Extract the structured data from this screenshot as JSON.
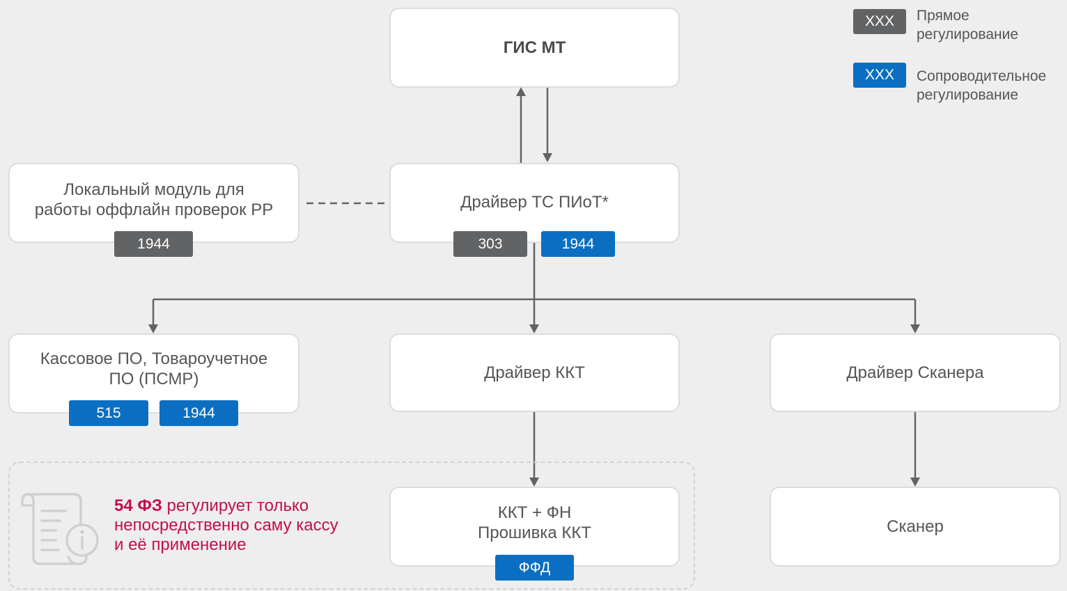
{
  "legend": {
    "direct": {
      "tag": "XXX",
      "text": "Прямое\nрегулирование"
    },
    "accompanying": {
      "tag": "XXX",
      "text": "Сопроводительное\nрегулирование"
    }
  },
  "nodes": {
    "gis_mt": {
      "label": "ГИС МТ"
    },
    "local_module": {
      "label": "Локальный модуль для\nработы оффлайн проверок РР",
      "tags": [
        "1944"
      ]
    },
    "driver_ts_piot": {
      "label": "Драйвер ТС ПИоТ*",
      "tags": [
        "303",
        "1944"
      ]
    },
    "cash_software": {
      "label": "Кассовое ПО, Товароучетное\nПО (ПСМР)",
      "tags": [
        "515",
        "1944"
      ]
    },
    "driver_kkt": {
      "label": "Драйвер ККТ"
    },
    "driver_scanner": {
      "label": "Драйвер Сканера"
    },
    "kkt_fn": {
      "label": "ККТ + ФН\nПрошивка ККТ",
      "tags": [
        "ФФД"
      ]
    },
    "scanner": {
      "label": "Сканер"
    }
  },
  "note": {
    "bold": "54 ФЗ",
    "text": " регулирует только непосредственно саму кассу и её применение"
  },
  "colors": {
    "direct": "#616365",
    "accompanying": "#0a6fc2",
    "note_accent": "#c2104a",
    "connector": "#616365"
  }
}
